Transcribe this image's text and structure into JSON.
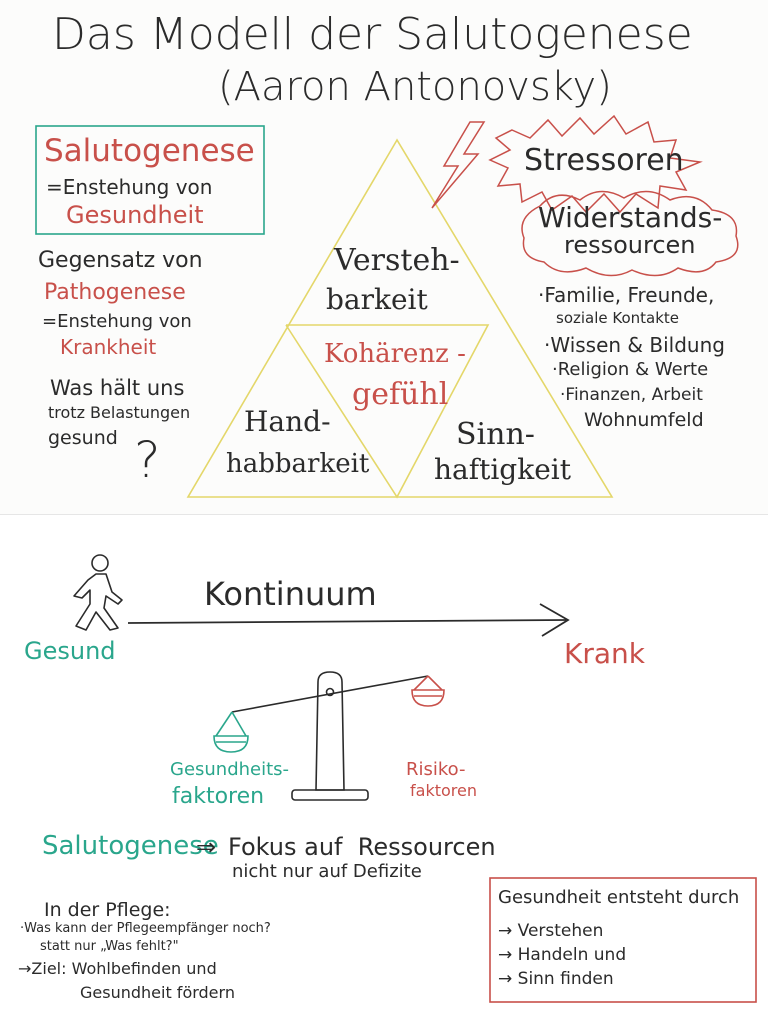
{
  "colors": {
    "ink": "#2b2b2b",
    "red": "#c8504a",
    "teal": "#2aa68c",
    "yellow": "#e4d76a"
  },
  "top": {
    "title_line1": "Das Modell der Salutogenese",
    "title_line2": "(Aaron Antonovsky)",
    "def_box": {
      "term": "Salutogenese",
      "eq": "=Enstehung von",
      "result": "Gesundheit"
    },
    "opposite": {
      "line1": "Gegensatz von",
      "term": "Pathogenese",
      "eq": "=Enstehung von",
      "result": "Krankheit"
    },
    "question": {
      "line1": "Was hält uns",
      "line2": "trotz Belastungen",
      "line3": "gesund",
      "mark": "?"
    },
    "triangle": {
      "top_line1": "Versteh-",
      "top_line2": "barkeit",
      "center_line1": "Kohärenz -",
      "center_line2": "gefühl",
      "left_line1": "Hand-",
      "left_line2": "habbarkeit",
      "right_line1": "Sinn-",
      "right_line2": "haftigkeit"
    },
    "stressors": "Stressoren",
    "resources_line1": "Widerstands-",
    "resources_line2": "ressourcen",
    "resource_items": [
      "·Familie, Freunde,",
      "soziale Kontakte",
      "·Wissen & Bildung",
      "·Religion & Werte",
      "·Finanzen, Arbeit",
      "Wohnumfeld"
    ]
  },
  "bottom": {
    "continuum": "Kontinuum",
    "healthy": "Gesund",
    "sick": "Krank",
    "health_factors_line1": "Gesundheits-",
    "health_factors_line2": "faktoren",
    "risk_factors_line1": "Risiko-",
    "risk_factors_line2": "faktoren",
    "focus_term": "Salutogenese",
    "focus_arrow": "⇒",
    "focus_line1": "Fokus auf  Ressourcen",
    "focus_line2": "nicht nur auf Defizite",
    "care_title": "In der Pflege:",
    "care_line1": "·Was kann der Pflegeempfänger noch?",
    "care_line2": "statt nur „Was fehlt?\"",
    "care_line3": "→Ziel: Wohlbefinden und",
    "care_line4": "Gesundheit fördern",
    "box_title": "Gesundheit entsteht durch",
    "box_items": [
      "→ Verstehen",
      "→ Handeln und",
      "→ Sinn finden"
    ]
  }
}
